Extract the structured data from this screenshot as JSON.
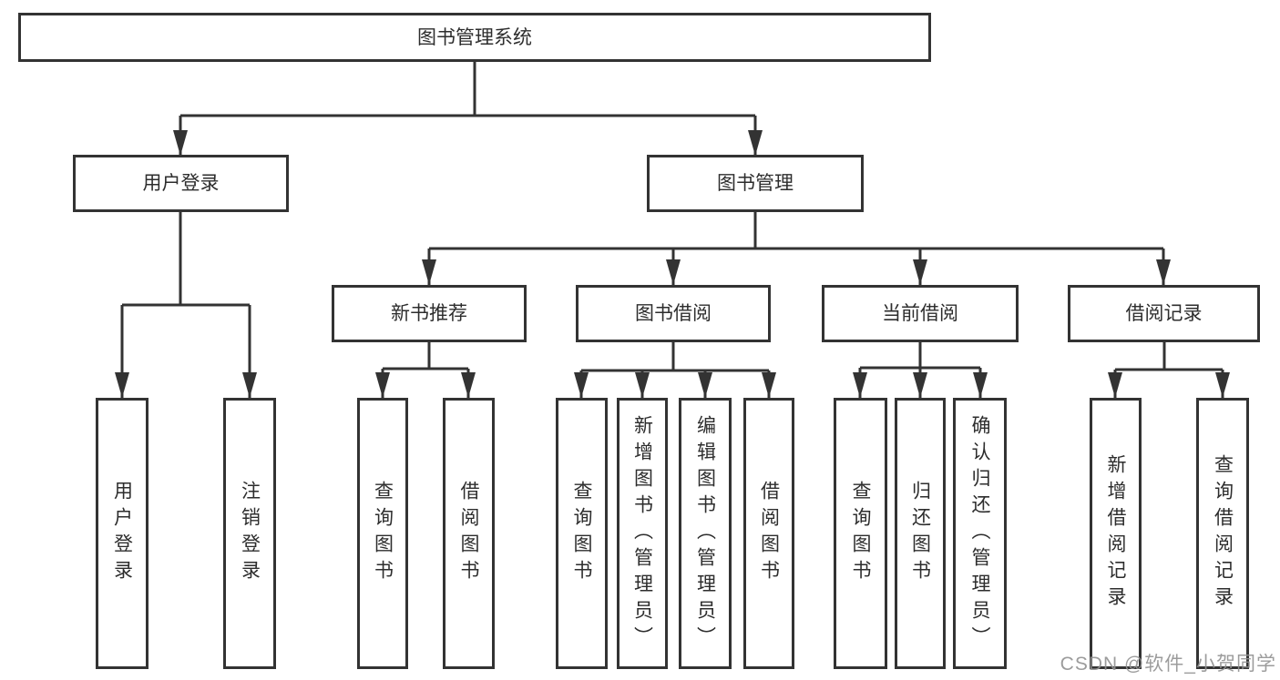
{
  "tree": {
    "root": {
      "label": "图书管理系统"
    },
    "branches": [
      {
        "label": "用户登录",
        "children": [
          {
            "label": "用户登录"
          },
          {
            "label": "注销登录"
          }
        ]
      },
      {
        "label": "图书管理",
        "children": [
          {
            "label": "新书推荐",
            "children": [
              {
                "label": "查询图书"
              },
              {
                "label": "借阅图书"
              }
            ]
          },
          {
            "label": "图书借阅",
            "children": [
              {
                "label": "查询图书"
              },
              {
                "label": "新增图书（管理员）"
              },
              {
                "label": "编辑图书（管理员）"
              },
              {
                "label": "借阅图书"
              }
            ]
          },
          {
            "label": "当前借阅",
            "children": [
              {
                "label": "查询图书"
              },
              {
                "label": "归还图书"
              },
              {
                "label": "确认归还（管理员）"
              }
            ]
          },
          {
            "label": "借阅记录",
            "children": [
              {
                "label": "新增借阅记录"
              },
              {
                "label": "查询借阅记录"
              }
            ]
          }
        ]
      }
    ]
  },
  "watermark": {
    "text": "CSDN @软件_小贺同学"
  },
  "colors": {
    "line": "#333333",
    "box_border": "#333333",
    "text": "#2d2d2d",
    "watermark": "#919191",
    "background": "#ffffff"
  }
}
